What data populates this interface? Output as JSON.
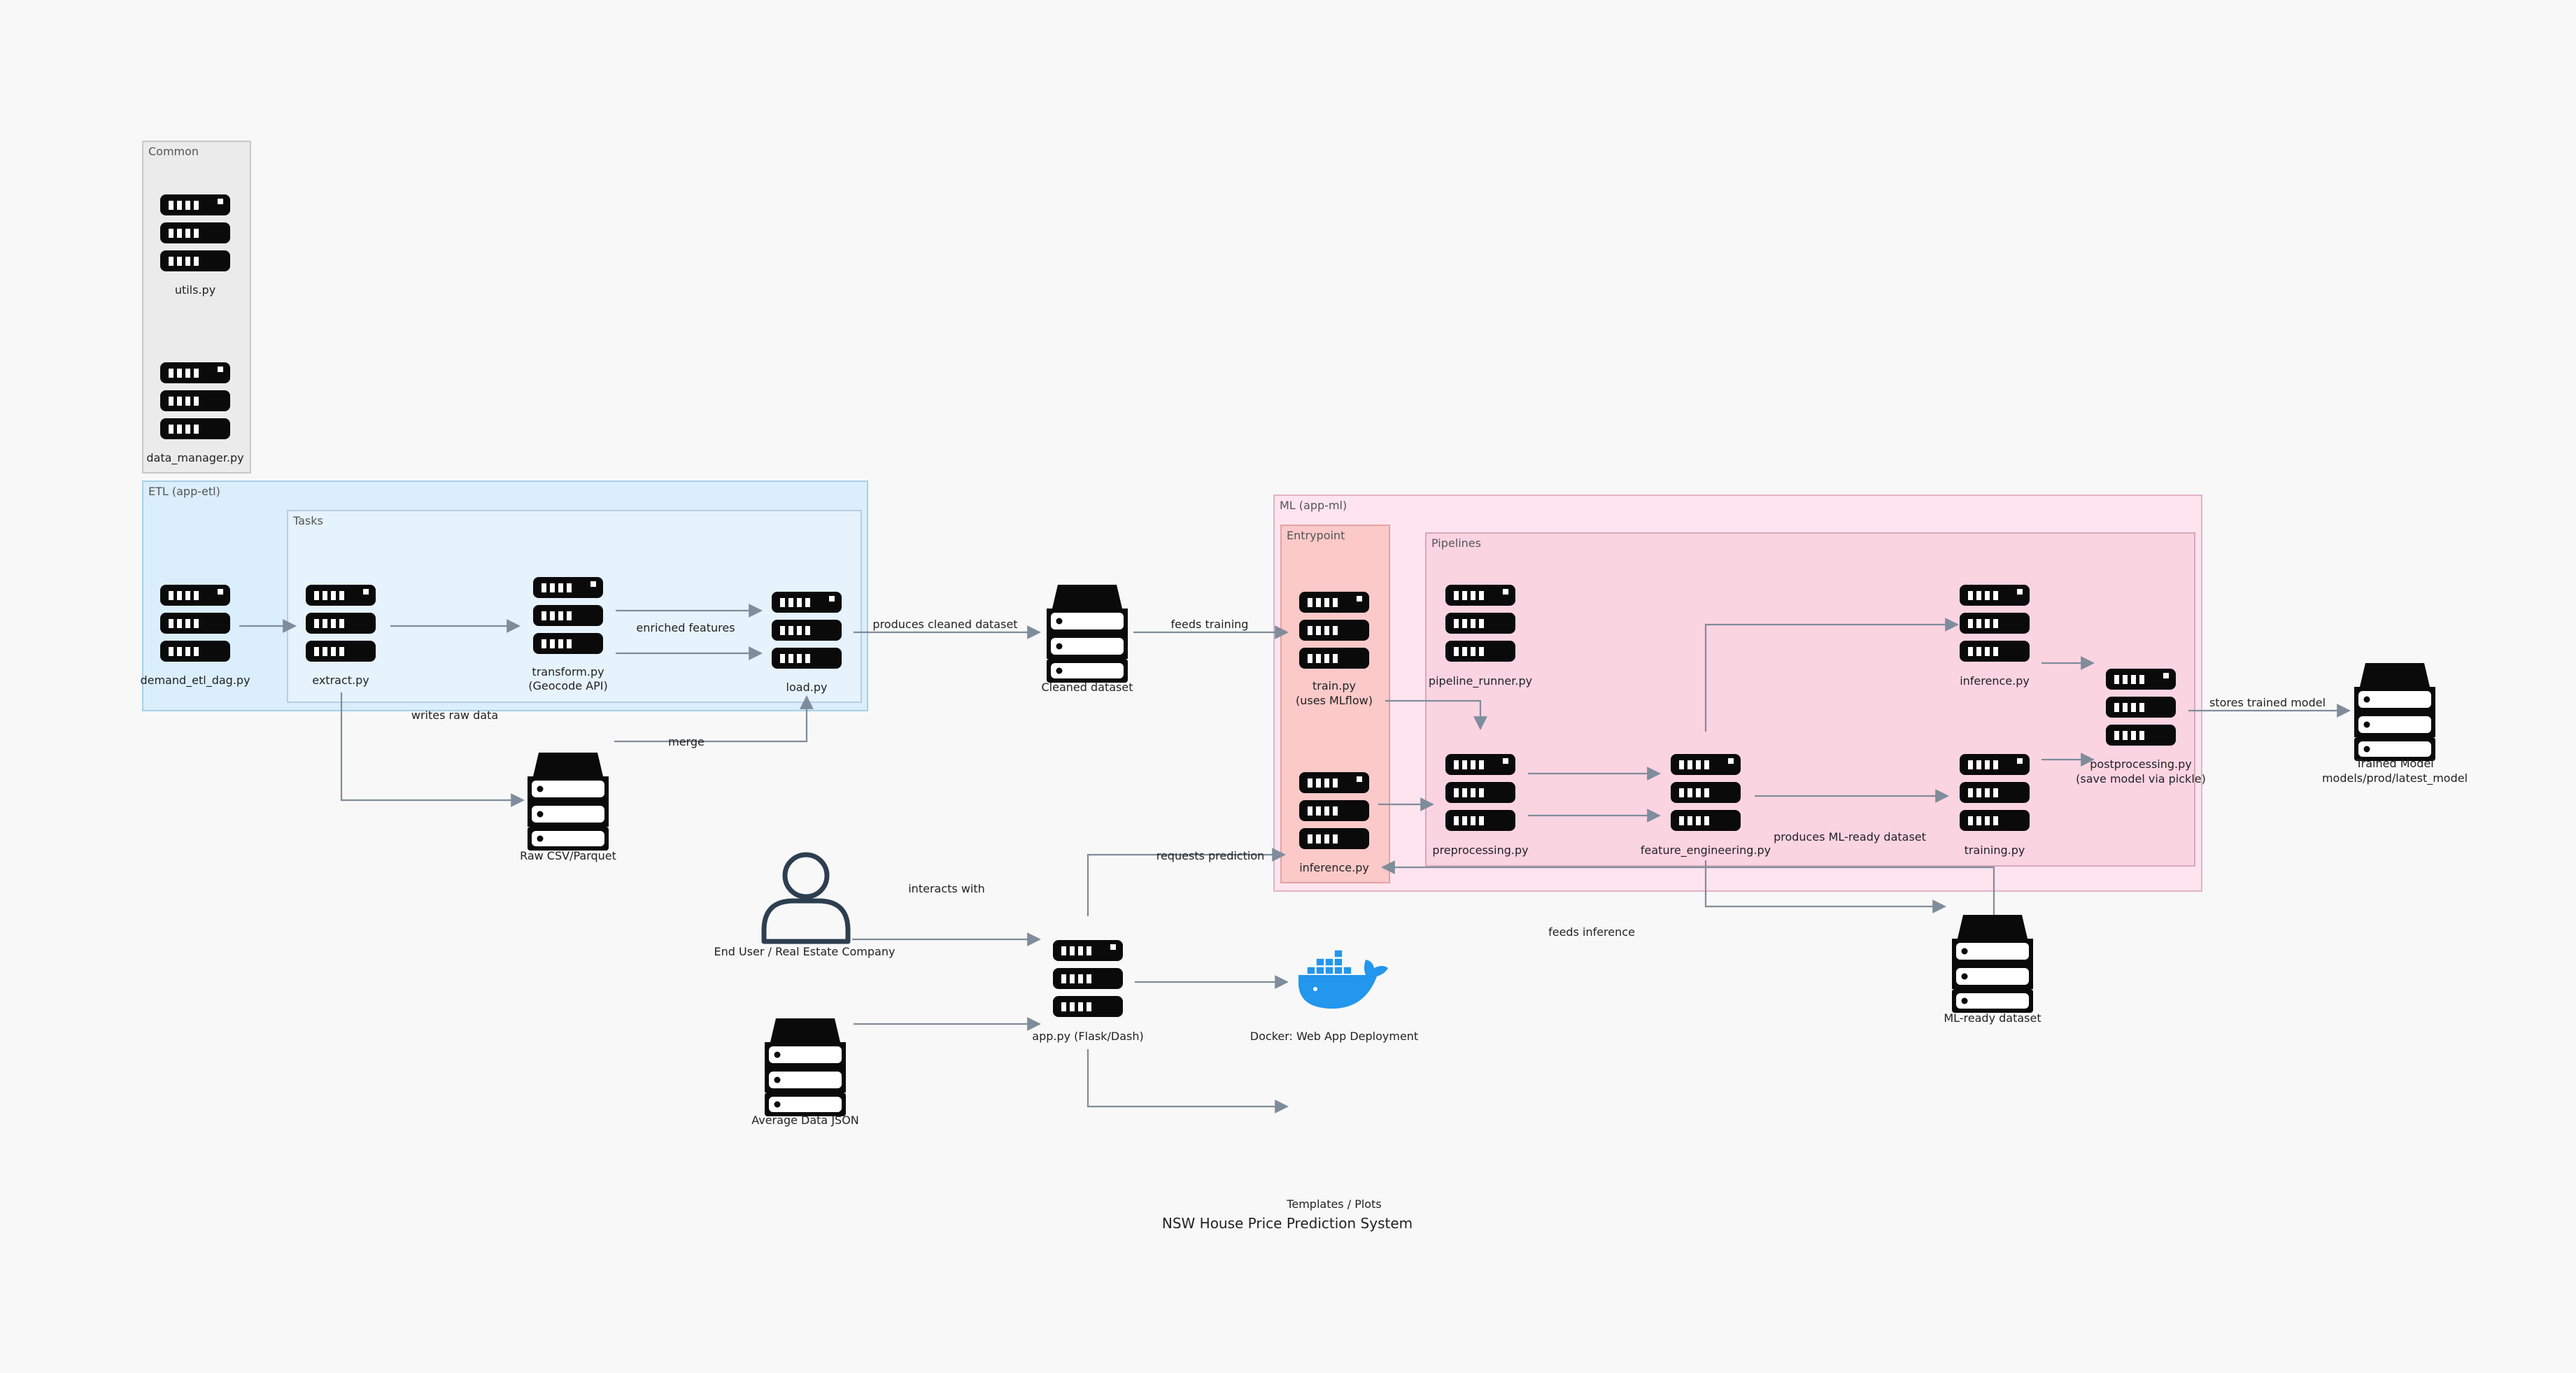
{
  "title": "NSW House Price Prediction System",
  "clusters": {
    "common": "Common",
    "etl": "ETL (app-etl)",
    "tasks": "Tasks",
    "ml": "ML (app-ml)",
    "entrypoint": "Entrypoint",
    "pipelines": "Pipelines"
  },
  "nodes": {
    "utils": "utils.py",
    "data_manager": "data_manager.py",
    "demand_etl_dag": "demand_etl_dag.py",
    "extract": "extract.py",
    "transform_l1": "transform.py",
    "transform_l2": "(Geocode API)",
    "load": "load.py",
    "raw_data": "Raw CSV/Parquet",
    "cleaned_dataset": "Cleaned dataset",
    "train_l1": "train.py",
    "train_l2": "(uses MLflow)",
    "inference_entry": "inference.py",
    "pipeline_runner": "pipeline_runner.py",
    "preprocessing": "preprocessing.py",
    "feature_engineering": "feature_engineering.py",
    "inference_pipe": "inference.py",
    "training": "training.py",
    "postprocessing_l1": "postprocessing.py",
    "postprocessing_l2": "(save model via pickle)",
    "trained_model_l1": "Trained Model",
    "trained_model_l2": "models/prod/latest_model",
    "ml_ready_dataset": "ML-ready dataset",
    "end_user": "End User / Real Estate Company",
    "average_data": "Average Data JSON",
    "app": "app.py (Flask/Dash)",
    "docker": "Docker: Web App Deployment",
    "templates": "Templates / Plots"
  },
  "edges": {
    "enriched_features": "enriched features",
    "writes_raw_data": "writes raw data",
    "merge": "merge",
    "produces_cleaned_dataset": "produces cleaned dataset",
    "feeds_training": "feeds training",
    "produces_ml_ready_dataset": "produces ML-ready dataset",
    "stores_trained_model": "stores trained model",
    "feeds_inference": "feeds inference",
    "requests_prediction": "requests prediction",
    "interacts_with": "interacts with"
  },
  "colors": {
    "background": "#f8f8f8",
    "common_fill": "#ebebeb",
    "etl_fill": "#daeefb",
    "tasks_fill": "#e6f2fc",
    "ml_fill": "#fde4ef",
    "entrypoint_fill": "#fcc9c9",
    "pipelines_fill": "#fbd4e2",
    "edge": "#7f8c9b",
    "icon": "#0a0a0a",
    "docker_blue": "#2396ed",
    "user_icon": "#2d3e50"
  },
  "icons": {
    "server_rack": "server-icon",
    "database_storage": "storage-icon",
    "user": "user-icon",
    "docker": "docker-whale-icon"
  }
}
